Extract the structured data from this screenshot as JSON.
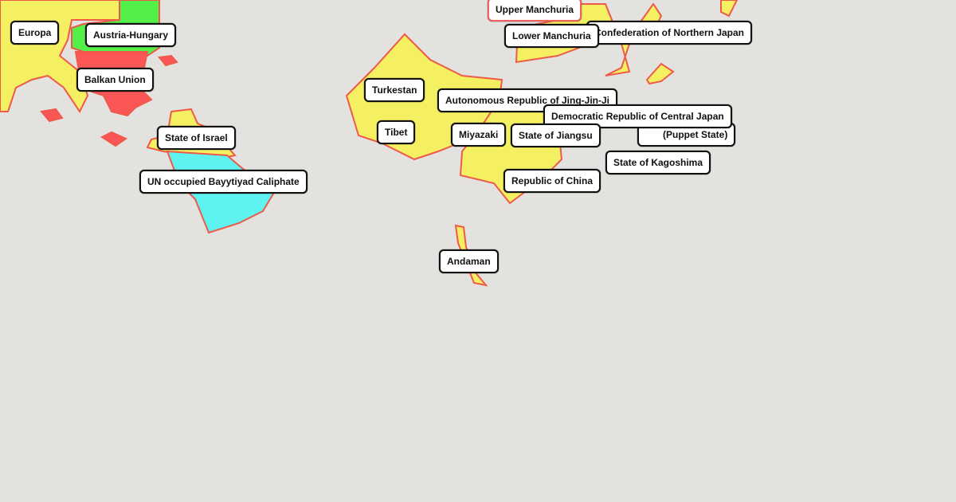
{
  "colors": {
    "yellow": "#f5f062",
    "red": "#fa5656",
    "green": "#55ef4a",
    "cyan": "#5ef2f0",
    "border": "#ee5a4a",
    "sea": "#e4e2de"
  },
  "labels": {
    "europa": "Europa",
    "austria": "Austria-Hungary",
    "balkan": "Balkan Union",
    "israel": "State of Israel",
    "caliphate": "UN occupied Bayytiyad Caliphate",
    "turkestan": "Turkestan",
    "tibet": "Tibet",
    "jingjinji": "Autonomous Republic of Jing-Jin-Ji",
    "upper_manchuria": "Upper Manchuria",
    "lower_manchuria": "Lower Manchuria",
    "northern_japan": "Confederation of Northern Japan",
    "central_japan": "Democratic Republic of Central Japan",
    "puppet": "(Puppet State)",
    "miyazaki": "Miyazaki",
    "jiangsu": "State of Jiangsu",
    "kagoshima": "State of Kagoshima",
    "roc": "Republic of China",
    "andaman": "Andaman"
  }
}
